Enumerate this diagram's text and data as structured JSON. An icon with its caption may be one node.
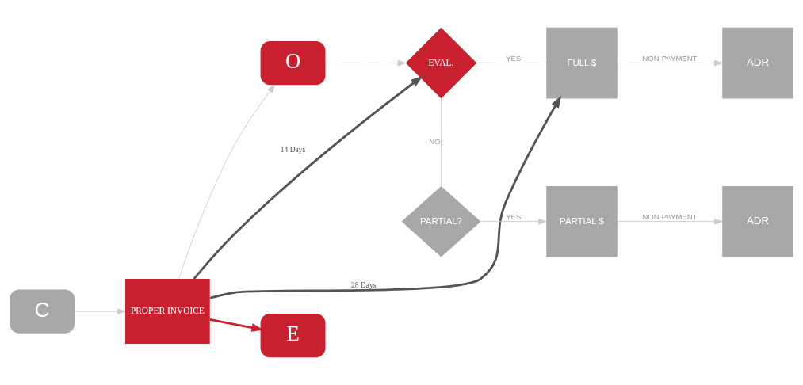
{
  "diagram": {
    "nodes": [
      {
        "text": [
          "C"
        ]
      },
      {
        "text": [
          "PROPER INVOICE"
        ]
      },
      {
        "text": [
          "O"
        ]
      },
      {
        "text": [
          "EVAL."
        ]
      },
      {
        "text": [
          "FULL $"
        ]
      },
      {
        "text": [
          "ADR"
        ]
      },
      {
        "text": [
          "E"
        ]
      },
      {
        "text": [
          "PARTIAL?"
        ]
      },
      {
        "text": [
          "PARTIAL $"
        ]
      },
      {
        "text": [
          "ADR"
        ]
      }
    ],
    "edges": [
      {
        "from": 0,
        "to": 1,
        "arrow": "to"
      },
      {
        "from": 1,
        "to": 2,
        "arrow": "to"
      },
      {
        "from": 2,
        "to": 3,
        "arrow": "to"
      },
      {
        "from": 3,
        "to": 4,
        "arrow": "none",
        "label": "YES"
      },
      {
        "from": 4,
        "to": 5,
        "arrow": "to",
        "label": "NON-PAYMENT"
      },
      {
        "from": 1,
        "to": 6,
        "arrow": "to",
        "color": "#c8202f",
        "style": "thick"
      },
      {
        "from": 3,
        "to": 7,
        "arrow": "none",
        "label": "NO"
      },
      {
        "from": 7,
        "to": 8,
        "arrow": "to",
        "label": "YES"
      },
      {
        "from": 8,
        "to": 9,
        "arrow": "to",
        "label": "NON-PAYMENT"
      },
      {
        "from": 1,
        "to": 3,
        "arrow": "to",
        "label": "14 Days",
        "style": "thick",
        "color": "#555555"
      },
      {
        "from": 1,
        "to": 4,
        "arrow": "to",
        "label": "28 Days",
        "style": "thick",
        "color": "#555555"
      }
    ]
  }
}
